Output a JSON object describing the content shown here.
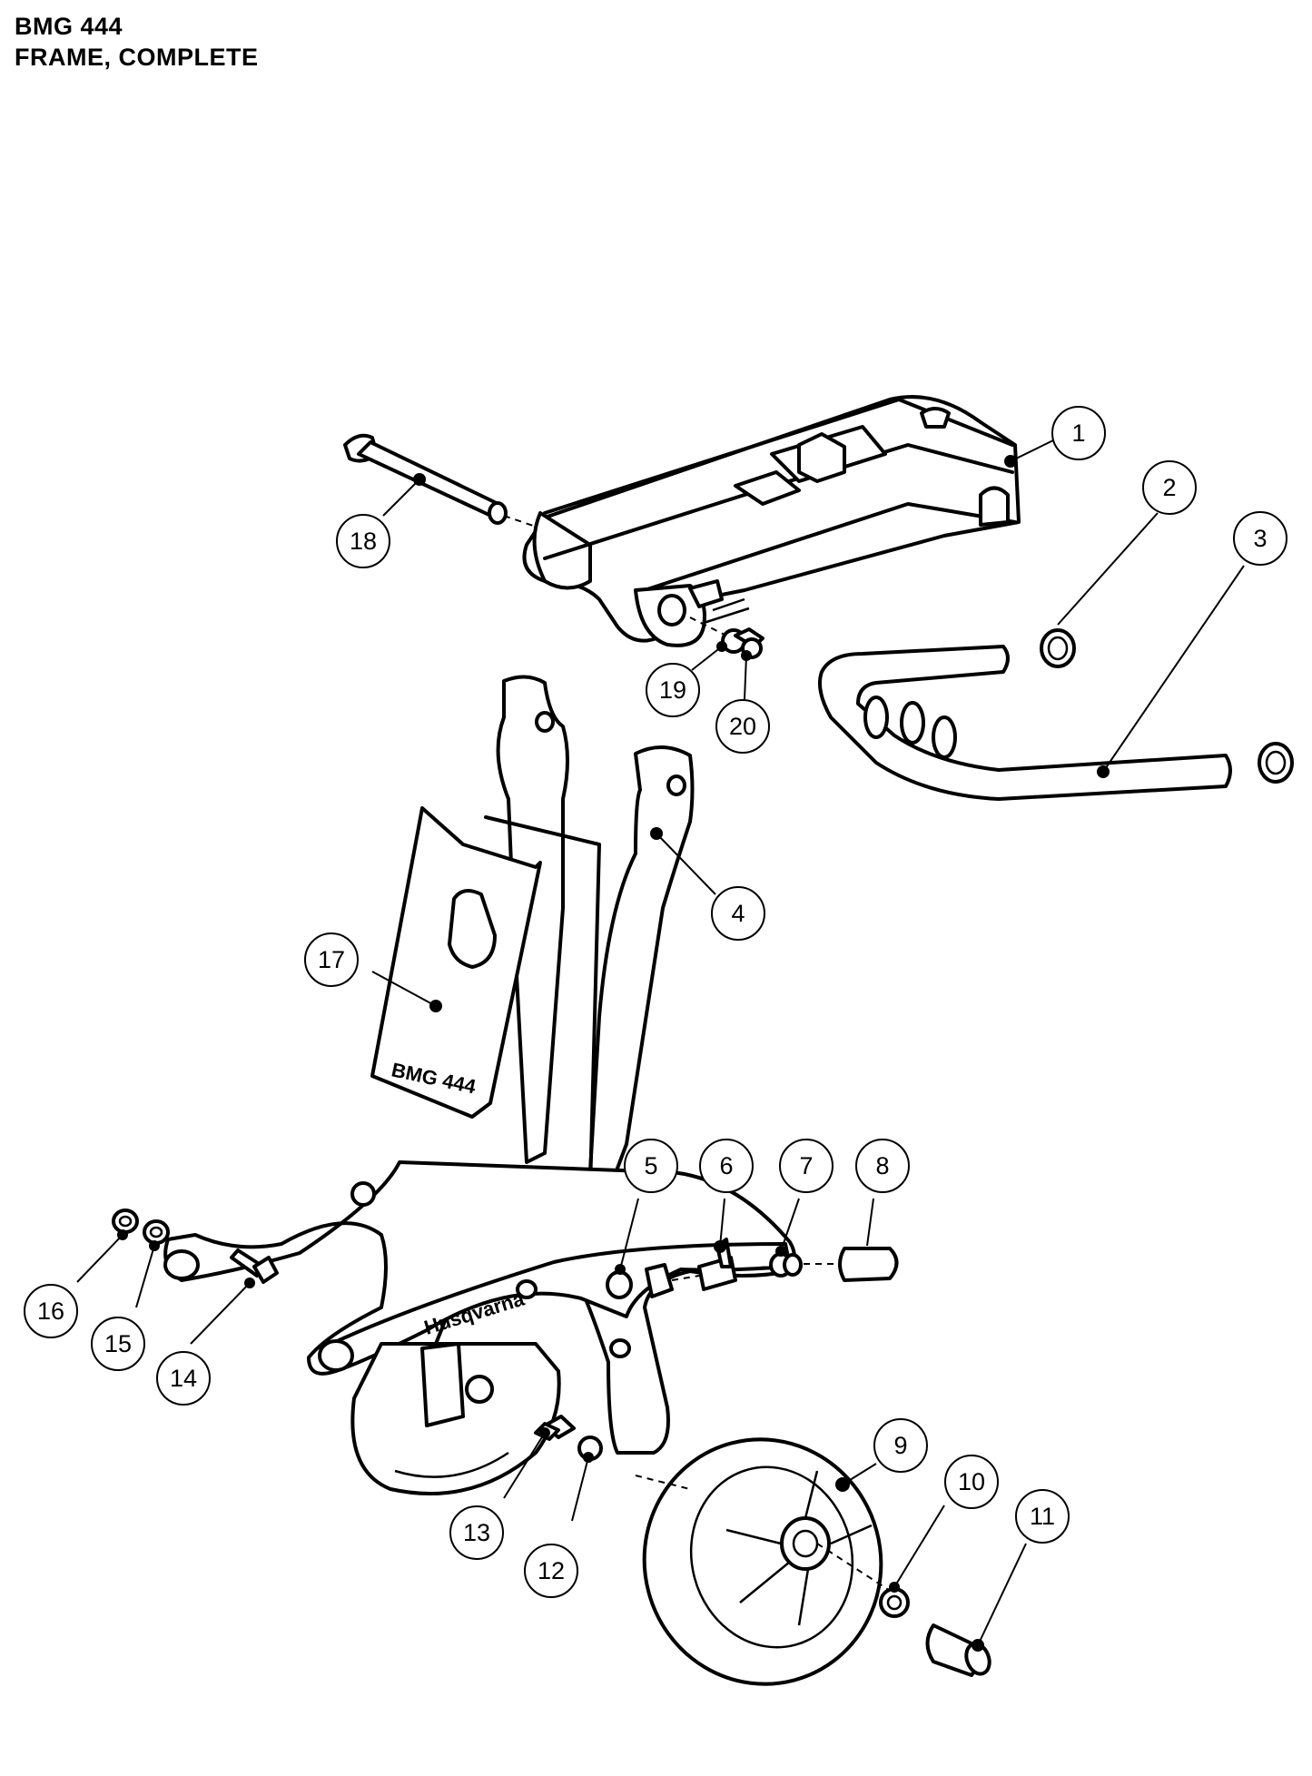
{
  "document": {
    "title_line1": "BMG 444",
    "title_line2": "FRAME, COMPLETE"
  },
  "diagram": {
    "callouts": [
      {
        "label": "1"
      },
      {
        "label": "2"
      },
      {
        "label": "3"
      },
      {
        "label": "4"
      },
      {
        "label": "5"
      },
      {
        "label": "6"
      },
      {
        "label": "7"
      },
      {
        "label": "8"
      },
      {
        "label": "9"
      },
      {
        "label": "10"
      },
      {
        "label": "11"
      },
      {
        "label": "12"
      },
      {
        "label": "13"
      },
      {
        "label": "14"
      },
      {
        "label": "15"
      },
      {
        "label": "16"
      },
      {
        "label": "17"
      },
      {
        "label": "18"
      },
      {
        "label": "19"
      },
      {
        "label": "20"
      }
    ],
    "panel_marking": "BMG 444",
    "brand_marking": "Husqvarna"
  }
}
